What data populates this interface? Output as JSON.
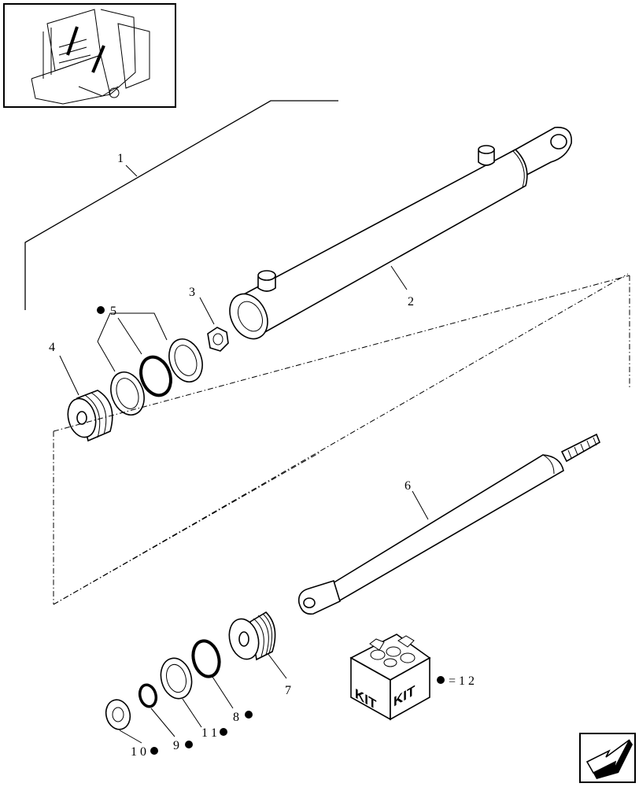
{
  "callouts": {
    "c1": "1",
    "c2": "2",
    "c3": "3",
    "c4": "4",
    "c5": "5",
    "c6": "6",
    "c7": "7",
    "c8": "8",
    "c9": "9",
    "c10": "1 0",
    "c11": "1 1"
  },
  "kit": {
    "face_left": "KIT",
    "face_right": "KIT",
    "legend": "= 1 2"
  },
  "icons": {
    "overview": "baler-overview-thumbnail-icon",
    "nav": "next-page-arrow-icon",
    "bullet": "kit-bullet-icon"
  }
}
